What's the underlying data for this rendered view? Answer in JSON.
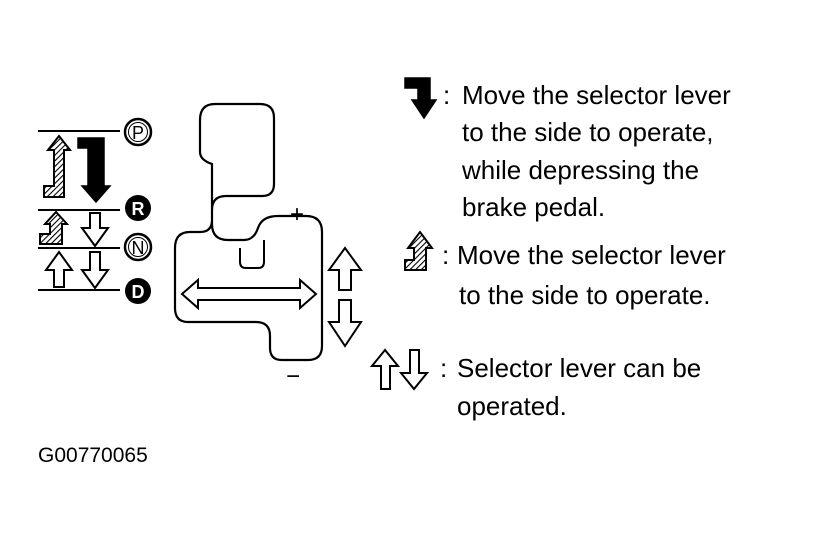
{
  "diagram": {
    "positions": [
      "P",
      "R",
      "N",
      "D"
    ],
    "manual_plus": "+",
    "manual_minus": "−",
    "legend": [
      {
        "icon": "solid-bent-down-arrow-icon",
        "colon": ":",
        "lines": [
          "Move the selector lever",
          "to the side to operate,",
          "while depressing the",
          "brake pedal."
        ]
      },
      {
        "icon": "hatched-bent-up-arrow-icon",
        "colon": ":",
        "lines": [
          "Move the selector lever",
          "to the side to operate."
        ]
      },
      {
        "icon": "up-down-outline-arrows-icon",
        "colon": ":",
        "lines": [
          "Selector lever can be",
          "operated."
        ]
      }
    ]
  },
  "figure_id": "G00770065"
}
